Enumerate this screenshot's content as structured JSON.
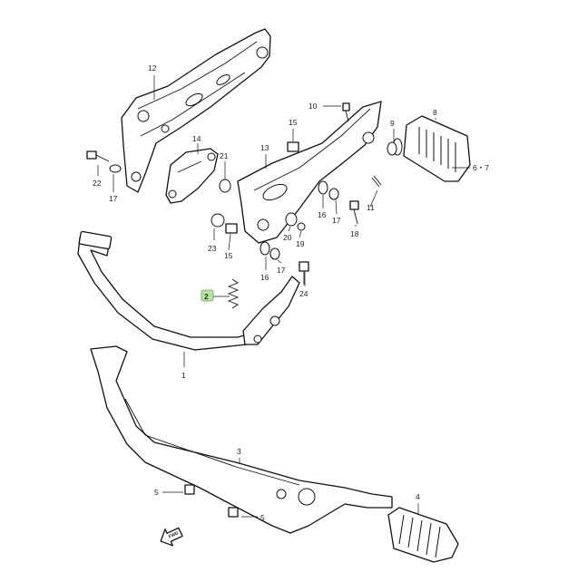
{
  "diagram": {
    "part_numbers": {
      "p1": "1",
      "p2": "2",
      "p3": "3",
      "p4": "4",
      "p5a": "5",
      "p5b": "5",
      "p67": "6・7",
      "p8": "8",
      "p9": "9",
      "p10": "10",
      "p11": "11",
      "p12": "12",
      "p13": "13",
      "p14": "14",
      "p15a": "15",
      "p15b": "15",
      "p16a": "16",
      "p16b": "16",
      "p17a": "17",
      "p17b": "17",
      "p18": "18",
      "p19": "19",
      "p20": "20",
      "p21": "21",
      "p22": "22",
      "p23": "23",
      "p24": "24"
    },
    "highlighted_part": "2",
    "highlight_color": "#b9e0a5",
    "direction_marker": "FWD",
    "direction_icon": "arrow-icon"
  }
}
